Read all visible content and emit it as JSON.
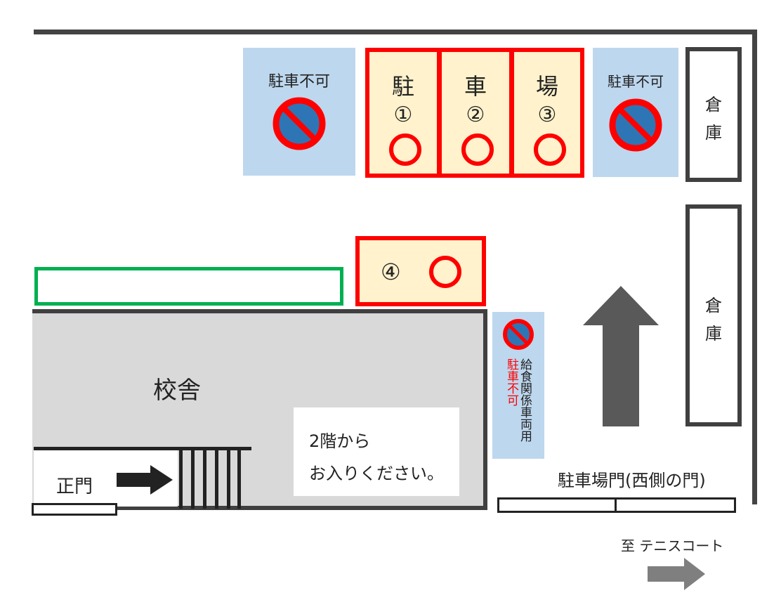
{
  "no_parking": {
    "label": "駐車不可"
  },
  "parking": {
    "chars": [
      "駐",
      "車",
      "場"
    ],
    "numbers": [
      "①",
      "②",
      "③"
    ],
    "slot4_number": "④"
  },
  "storage": {
    "label": "倉庫"
  },
  "school": {
    "label": "校舎"
  },
  "entrance_note": {
    "line1": "2階から",
    "line2": "お入りください。"
  },
  "main_gate": {
    "label": "正門"
  },
  "side_zone": {
    "red_text": "駐車不可",
    "black_text": "給食関係車両用"
  },
  "parking_gate": {
    "label": "駐車場門(西側の門)"
  },
  "tennis": {
    "label": "至 テニスコート"
  },
  "colors": {
    "no_parking_bg": "#bdd7ee",
    "slot_bg": "#fff2cc",
    "slot_border": "#ff0000",
    "sign_blue": "#2e75b6",
    "wall": "#444444",
    "green_outline": "#00b050",
    "building": "#d9d9d9"
  }
}
